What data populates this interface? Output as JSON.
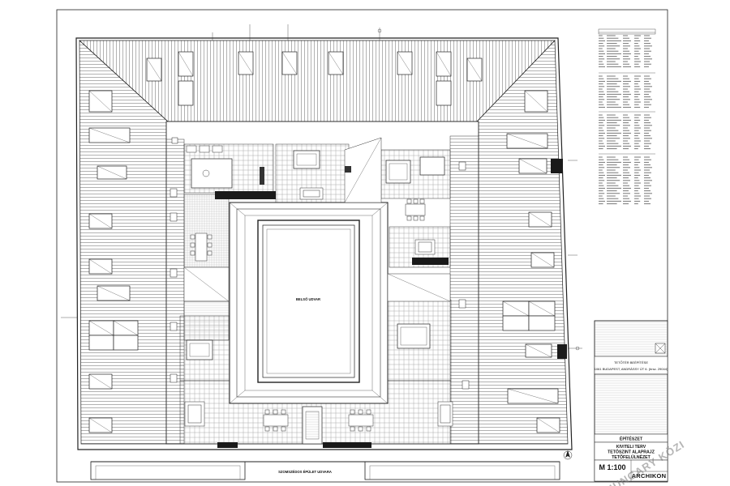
{
  "plan": {
    "courtyard_label": "BELSŐ UDVAR",
    "neighbor_label": "SZOMSZÉDOS ÉPÜLET UDVARA"
  },
  "title_block": {
    "project_line1": "TETŐTÉR BEÉPÍTÉSE",
    "project_line2": "1061 BUDAPEST, ANDRÁSSY ÚT 6. (hrsz. 29044)",
    "phase": "ÉPÍTÉSZET",
    "drawing_line1": "KIVITELI TERV",
    "drawing_line2": "TETŐSZINT ALAPRAJZ",
    "drawing_line3": "TETŐFELÜLNÉZET",
    "scale": "M 1:100",
    "firm": "ARCHIKON",
    "watermark": "HUNGARY KÖZI"
  },
  "colors": {
    "line": "#222222",
    "hatch": "#555555",
    "dark": "#1a1a1a",
    "light": "#f4f4f4"
  },
  "icons": {
    "north": "north-arrow-icon",
    "compass": "compass-cross-icon"
  }
}
